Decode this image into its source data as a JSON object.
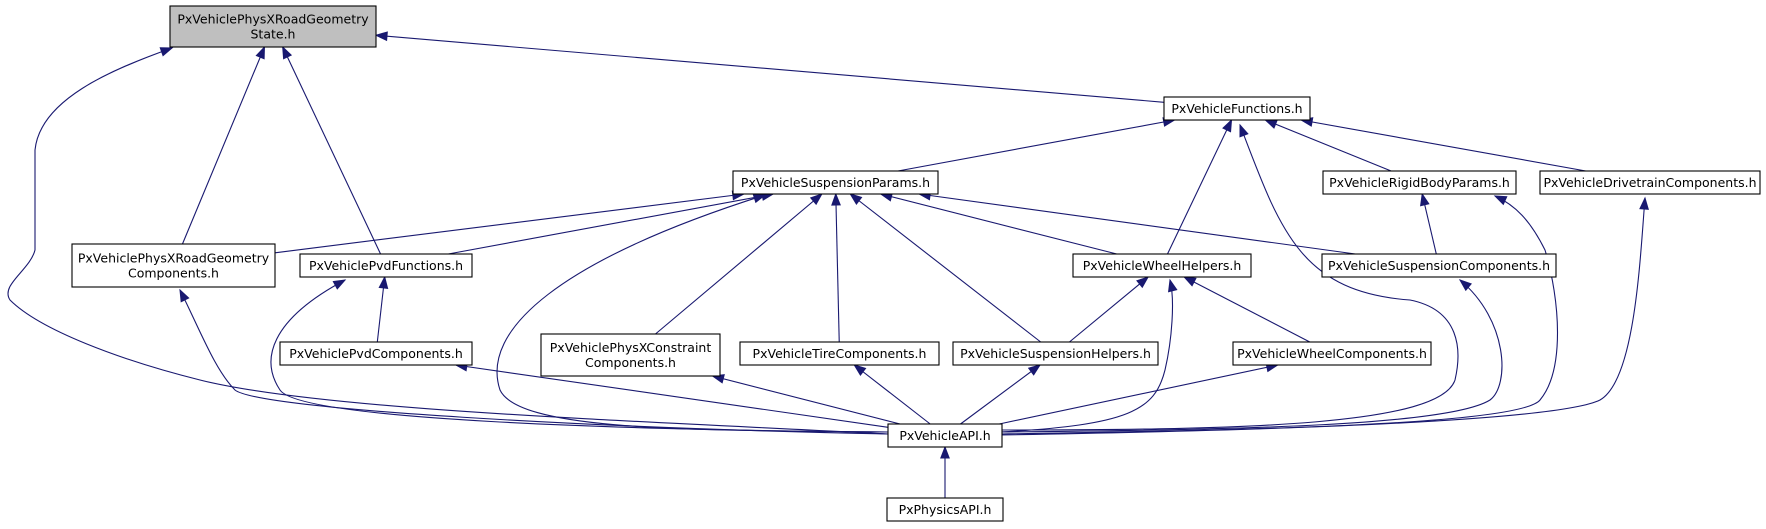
{
  "nodes": [
    {
      "id": "roadgeomstate",
      "lines": [
        "PxVehiclePhysXRoadGeometry",
        "State.h"
      ],
      "highlight": true
    },
    {
      "id": "functions",
      "lines": [
        "PxVehicleFunctions.h"
      ]
    },
    {
      "id": "suspparams",
      "lines": [
        "PxVehicleSuspensionParams.h"
      ]
    },
    {
      "id": "rigidbody",
      "lines": [
        "PxVehicleRigidBodyParams.h"
      ]
    },
    {
      "id": "drivetrain",
      "lines": [
        "PxVehicleDrivetrainComponents.h"
      ]
    },
    {
      "id": "roadgeomcomp",
      "lines": [
        "PxVehiclePhysXRoadGeometry",
        "Components.h"
      ]
    },
    {
      "id": "pvdfunctions",
      "lines": [
        "PxVehiclePvdFunctions.h"
      ]
    },
    {
      "id": "wheelhelpers",
      "lines": [
        "PxVehicleWheelHelpers.h"
      ]
    },
    {
      "id": "suspcomp",
      "lines": [
        "PxVehicleSuspensionComponents.h"
      ]
    },
    {
      "id": "pvdcomp",
      "lines": [
        "PxVehiclePvdComponents.h"
      ]
    },
    {
      "id": "constraintcomp",
      "lines": [
        "PxVehiclePhysXConstraint",
        "Components.h"
      ]
    },
    {
      "id": "tirecomp",
      "lines": [
        "PxVehicleTireComponents.h"
      ]
    },
    {
      "id": "susphelpers",
      "lines": [
        "PxVehicleSuspensionHelpers.h"
      ]
    },
    {
      "id": "wheelcomp",
      "lines": [
        "PxVehicleWheelComponents.h"
      ]
    },
    {
      "id": "vehicleapi",
      "lines": [
        "PxVehicleAPI.h"
      ]
    },
    {
      "id": "physicsapi",
      "lines": [
        "PxPhysicsAPI.h"
      ]
    }
  ],
  "edges": [
    {
      "from": "functions",
      "to": "roadgeomstate"
    },
    {
      "from": "roadgeomcomp",
      "to": "roadgeomstate"
    },
    {
      "from": "pvdfunctions",
      "to": "roadgeomstate"
    },
    {
      "from": "vehicleapi",
      "to": "roadgeomstate"
    },
    {
      "from": "suspparams",
      "to": "functions"
    },
    {
      "from": "wheelhelpers",
      "to": "functions"
    },
    {
      "from": "rigidbody",
      "to": "functions"
    },
    {
      "from": "drivetrain",
      "to": "functions"
    },
    {
      "from": "vehicleapi",
      "to": "functions"
    },
    {
      "from": "roadgeomcomp",
      "to": "suspparams"
    },
    {
      "from": "pvdfunctions",
      "to": "suspparams"
    },
    {
      "from": "constraintcomp",
      "to": "suspparams"
    },
    {
      "from": "tirecomp",
      "to": "suspparams"
    },
    {
      "from": "susphelpers",
      "to": "suspparams"
    },
    {
      "from": "wheelhelpers",
      "to": "suspparams"
    },
    {
      "from": "suspcomp",
      "to": "suspparams"
    },
    {
      "from": "vehicleapi",
      "to": "suspparams"
    },
    {
      "from": "suspcomp",
      "to": "rigidbody"
    },
    {
      "from": "vehicleapi",
      "to": "rigidbody"
    },
    {
      "from": "vehicleapi",
      "to": "drivetrain"
    },
    {
      "from": "vehicleapi",
      "to": "roadgeomcomp"
    },
    {
      "from": "pvdcomp",
      "to": "pvdfunctions"
    },
    {
      "from": "vehicleapi",
      "to": "pvdfunctions"
    },
    {
      "from": "susphelpers",
      "to": "wheelhelpers"
    },
    {
      "from": "wheelcomp",
      "to": "wheelhelpers"
    },
    {
      "from": "vehicleapi",
      "to": "wheelhelpers"
    },
    {
      "from": "vehicleapi",
      "to": "suspcomp"
    },
    {
      "from": "vehicleapi",
      "to": "pvdcomp"
    },
    {
      "from": "vehicleapi",
      "to": "constraintcomp"
    },
    {
      "from": "vehicleapi",
      "to": "tirecomp"
    },
    {
      "from": "vehicleapi",
      "to": "susphelpers"
    },
    {
      "from": "vehicleapi",
      "to": "wheelcomp"
    },
    {
      "from": "physicsapi",
      "to": "vehicleapi"
    }
  ]
}
